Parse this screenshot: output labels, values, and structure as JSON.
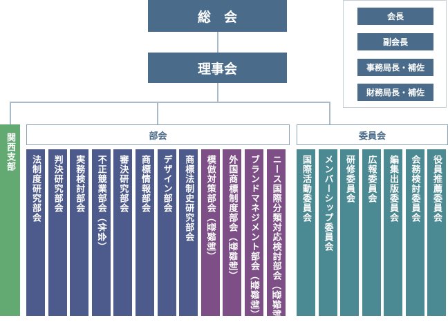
{
  "top": {
    "general_assembly": "総　会",
    "board": "理事会"
  },
  "legend": {
    "items": [
      "会長",
      "副会長",
      "事務局長・補佐",
      "財務局長・補佐"
    ]
  },
  "kansai": {
    "label": "関西支部"
  },
  "bukai": {
    "label": "部会",
    "columns": [
      {
        "text": "法制度研究部会",
        "paren": ""
      },
      {
        "text": "判決研究部会",
        "paren": ""
      },
      {
        "text": "実務検討部会",
        "paren": ""
      },
      {
        "text": "不正競業部会",
        "paren": "（休会）"
      },
      {
        "text": "審決研究部会",
        "paren": ""
      },
      {
        "text": "商標情報部会",
        "paren": ""
      },
      {
        "text": "デザイン部会",
        "paren": ""
      },
      {
        "text": "商標法制史研究部会",
        "paren": ""
      },
      {
        "text": "模倣対策部会",
        "paren": "（登録制）"
      },
      {
        "text": "外国商標制度部会",
        "paren": "（登録制）"
      },
      {
        "text": "ブランドマネジメント部会",
        "paren": "（登録制）"
      },
      {
        "text": "ニース国際分類対応検討部会",
        "paren": "（登録制）"
      }
    ]
  },
  "iinkai": {
    "label": "委員会",
    "columns": [
      {
        "text": "国際活動委員会",
        "paren": ""
      },
      {
        "text": "メンバーシップ委員会",
        "paren": ""
      },
      {
        "text": "研修委員会",
        "paren": ""
      },
      {
        "text": "広報委員会",
        "paren": ""
      },
      {
        "text": "編集出版委員会",
        "paren": ""
      },
      {
        "text": "会務検討委員会",
        "paren": ""
      },
      {
        "text": "役員推薦委員会",
        "paren": ""
      }
    ]
  },
  "colors": {
    "dark_blue": "#4a6b8a",
    "navy": "#4c5a8c",
    "purple": "#7d4f86",
    "teal": "#4c8a93",
    "green": "#62aa72"
  }
}
